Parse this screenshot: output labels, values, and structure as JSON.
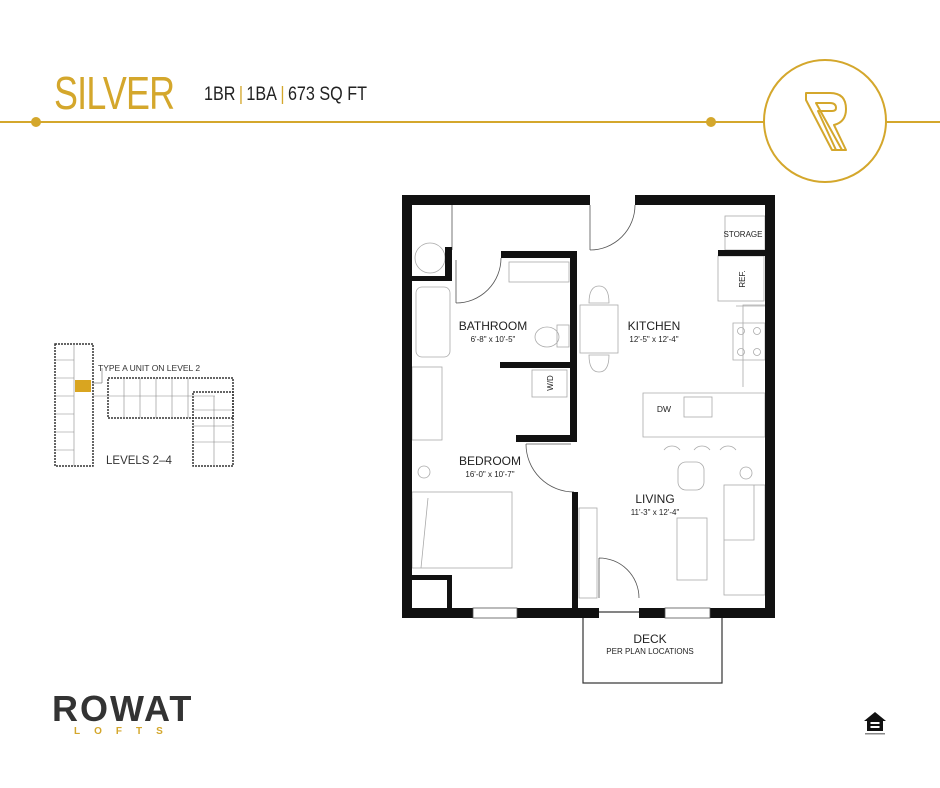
{
  "header": {
    "plan_name": "SILVER",
    "bedrooms": "1BR",
    "bathrooms": "1BA",
    "area": "673 SQ FT",
    "logo_letter": "R"
  },
  "keyplan": {
    "callout": "TYPE A UNIT ON LEVEL 2",
    "levels": "LEVELS 2–4"
  },
  "rooms": {
    "bathroom": {
      "name": "BATHROOM",
      "size": "6'-8\" x 10'-5\""
    },
    "kitchen": {
      "name": "KITCHEN",
      "size": "12'-5\" x 12'-4\""
    },
    "bedroom": {
      "name": "BEDROOM",
      "size": "16'-0\" x 10'-7\""
    },
    "living": {
      "name": "LIVING",
      "size": "11'-3\" x 12'-4\""
    },
    "deck": {
      "name": "DECK",
      "note": "PER PLAN LOCATIONS"
    },
    "storage": "STORAGE",
    "ref": "REF.",
    "wd": "W/D",
    "dw": "DW"
  },
  "footer": {
    "brand": "ROWAT",
    "brand_sub": "LOFTS",
    "equal_housing_icon": "equal-housing-opportunity-icon"
  },
  "colors": {
    "accent": "#d4a72c",
    "wall": "#111111",
    "highlight": "#d9a520"
  }
}
